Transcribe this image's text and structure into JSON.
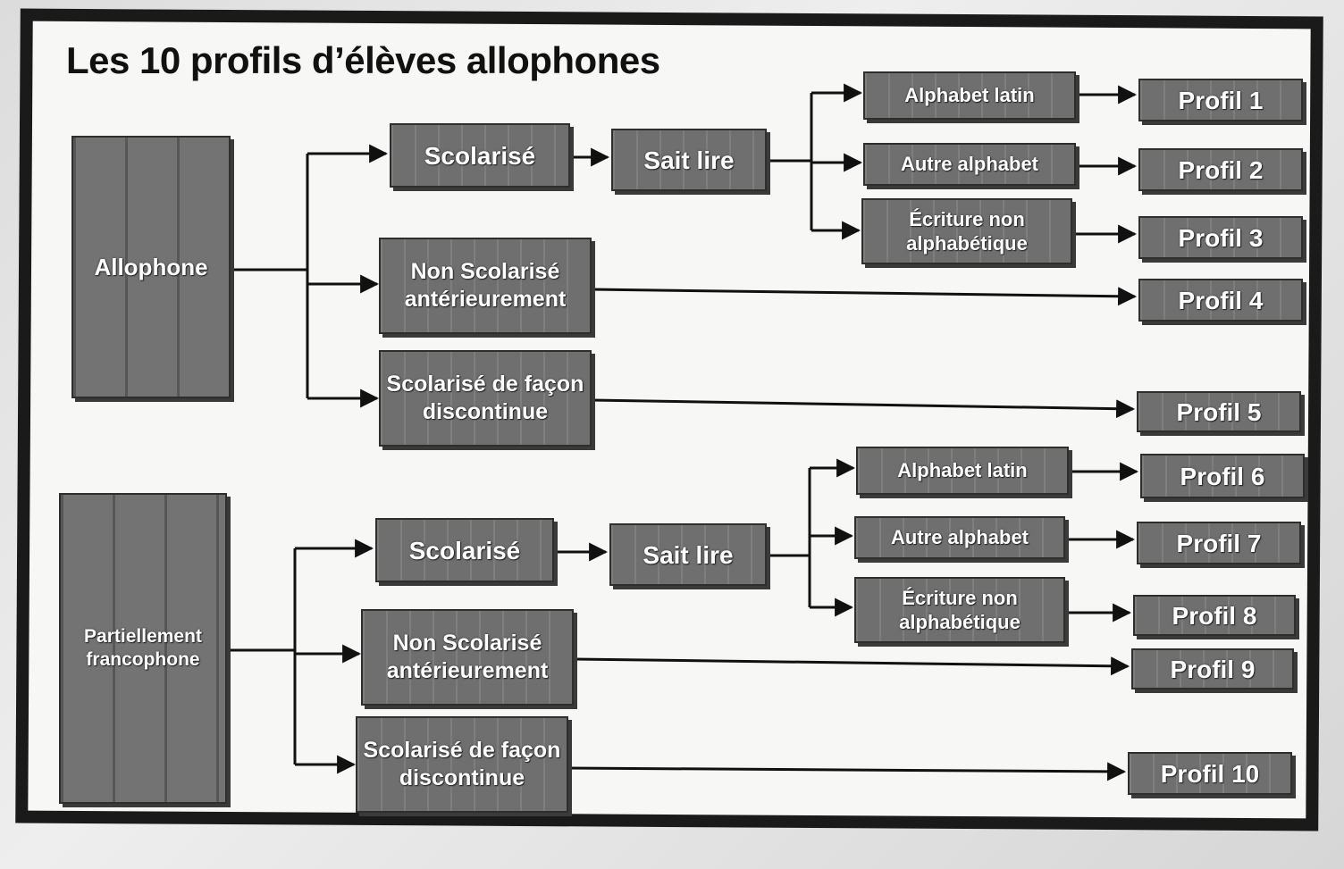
{
  "title": "Les 10 profils  d’élèves allophones",
  "roots": {
    "allophone": "Allophone",
    "partiel_line1": "Partiellement",
    "partiel_line2": "francophone"
  },
  "branch_a": {
    "scolarise": "Scolarisé",
    "non_scol_line1": "Non Scolarisé",
    "non_scol_line2": "antérieurement",
    "discont_line1": "Scolarisé de façon",
    "discont_line2": "discontinue",
    "sait_lire": "Sait lire",
    "alphabet_latin": "Alphabet latin",
    "autre_alphabet": "Autre alphabet",
    "ecriture_line1": "Écriture non",
    "ecriture_line2": "alphabétique"
  },
  "branch_b": {
    "scolarise": "Scolarisé",
    "non_scol_line1": "Non Scolarisé",
    "non_scol_line2": "antérieurement",
    "discont_line1": "Scolarisé de façon",
    "discont_line2": "discontinue",
    "sait_lire": "Sait lire",
    "alphabet_latin": "Alphabet latin",
    "autre_alphabet": "Autre alphabet",
    "ecriture_line1": "Écriture non",
    "ecriture_line2": "alphabétique"
  },
  "profils": [
    "Profil 1",
    "Profil 2",
    "Profil 3",
    "Profil 4",
    "Profil 5",
    "Profil 6",
    "Profil 7",
    "Profil 8",
    "Profil 9",
    "Profil 10"
  ]
}
